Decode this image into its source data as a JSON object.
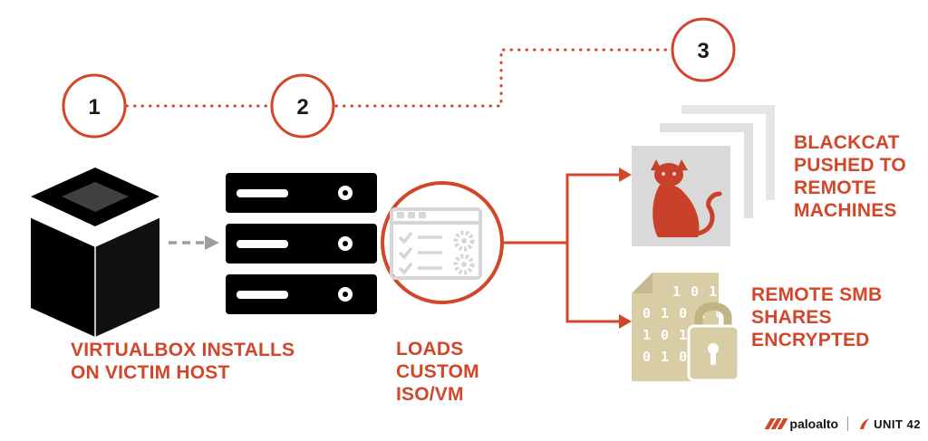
{
  "steps": [
    "1",
    "2",
    "3"
  ],
  "labels": {
    "virtualbox": [
      "VIRTUALBOX INSTALLS",
      "ON VICTIM HOST"
    ],
    "loads": [
      "LOADS",
      "CUSTOM",
      "ISO/VM"
    ],
    "blackcat": [
      "BLACKCAT",
      "PUSHED TO",
      "REMOTE",
      "MACHINES"
    ],
    "smb": [
      "REMOTE SMB",
      "SHARES",
      "ENCRYPTED"
    ]
  },
  "binary_digits": [
    "1 0 1",
    "0 1 0 1 0",
    "1 0 1 0",
    "0 1 0"
  ],
  "footer": {
    "paloalto": "paloalto",
    "unit42": "UNIT 42"
  },
  "colors": {
    "accent": "#d2472a",
    "black": "#000000",
    "gray_light": "#d9d9d9",
    "gray_mid": "#bfbfbf",
    "gold": "#d9cda6"
  }
}
